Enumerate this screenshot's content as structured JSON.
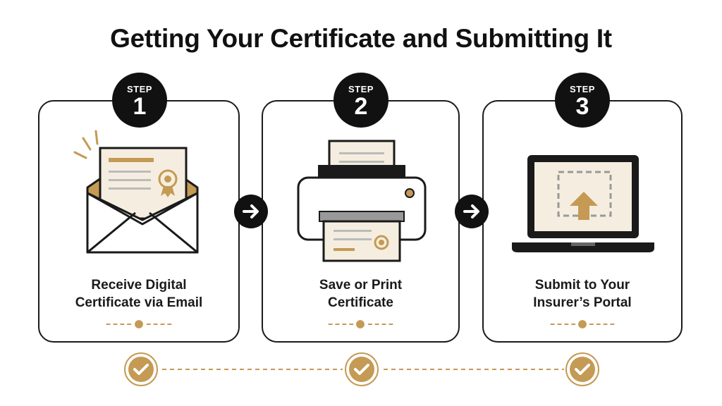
{
  "title": "Getting Your Certificate and Submitting It",
  "steps": [
    {
      "badge_label": "STEP",
      "number": "1",
      "line1": "Receive Digital",
      "line2": "Certificate via Email"
    },
    {
      "badge_label": "STEP",
      "number": "2",
      "line1": "Save or Print",
      "line2": "Certificate"
    },
    {
      "badge_label": "STEP",
      "number": "3",
      "line1": "Submit to Your",
      "line2": "Insurer’s Portal"
    }
  ],
  "colors": {
    "accent": "#c49a54",
    "dark": "#111111",
    "paper": "#f5eee0"
  },
  "icons": [
    "envelope-certificate-icon",
    "printer-icon",
    "laptop-upload-icon",
    "arrow-right-icon",
    "check-icon"
  ]
}
